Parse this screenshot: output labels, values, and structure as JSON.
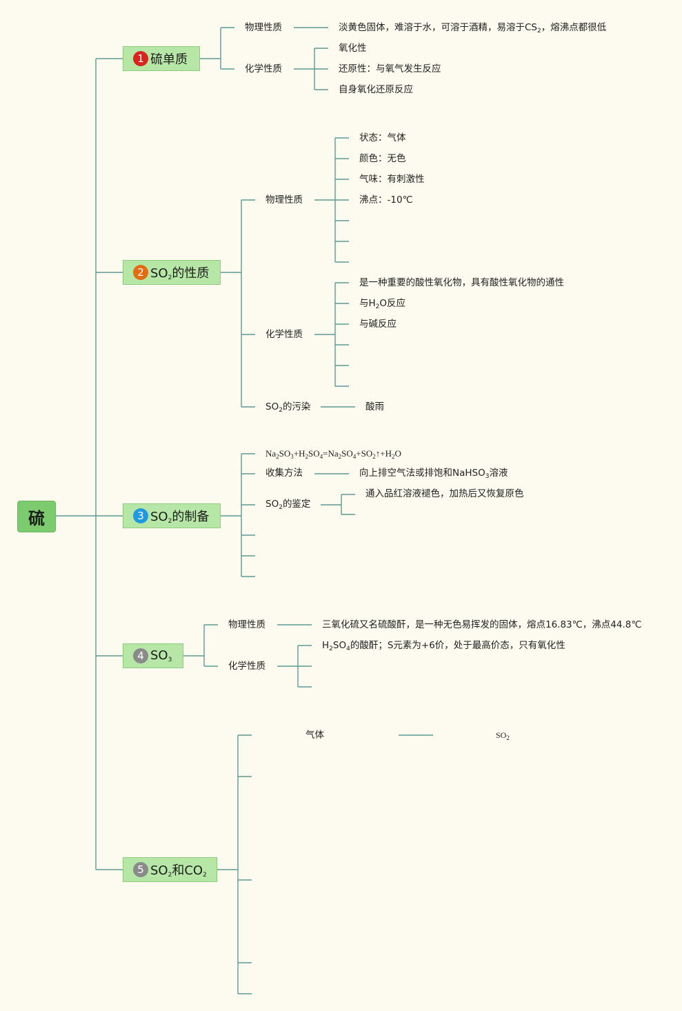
{
  "colors": {
    "line": "#5d9a94",
    "topic_fill": "#b7e7a6",
    "root_fill": "#7dcb6f",
    "badge1": "#d9251d",
    "badge2": "#e36c12",
    "badge3": "#1f9ae0",
    "badge4": "#8a8a8a",
    "badge5": "#8a8a8a"
  },
  "root": {
    "label": "硫"
  },
  "topics": {
    "t1": {
      "number": "1",
      "label": "硫单质"
    },
    "t2": {
      "number": "2",
      "pre": "SO",
      "sub": "2",
      "post": "的性质"
    },
    "t3": {
      "number": "3",
      "pre": "SO",
      "sub": "2",
      "post": "的制备"
    },
    "t4": {
      "number": "4",
      "pre": "SO",
      "sub": "3",
      "post": ""
    },
    "t5": {
      "number": "5",
      "pre": "SO",
      "sub": "2",
      "mid": "和CO",
      "sub2": "2"
    }
  },
  "s1": {
    "phys": "物理性质",
    "phys_value": {
      "a": "淡黄色固体，难溶于水，可溶于酒精，易溶于CS",
      "sub": "2",
      "b": "，熔沸点都很低"
    },
    "chem": "化学性质",
    "chem_items": [
      "氧化性",
      "还原性：与氧气发生反应",
      "自身氧化还原反应"
    ]
  },
  "s2": {
    "phys": "物理性质",
    "phys_items": [
      "状态：气体",
      "颜色：无色",
      "气味：有刺激性",
      "沸点：-10℃"
    ],
    "chem": "化学性质",
    "chem_item1": "是一种重要的酸性氧化物，具有酸性氧化物的通性",
    "chem_item2": {
      "a": "与H",
      "sub": "2",
      "b": "O反应"
    },
    "chem_item3": "与碱反应",
    "pollution": {
      "a": "SO",
      "sub": "2",
      "b": "的污染"
    },
    "pollution_value": "酸雨"
  },
  "s3": {
    "equation": {
      "p1": "Na",
      "s1": "2",
      "p2": "SO",
      "s2": "3",
      "p3": "+H",
      "s3": "2",
      "p4": "SO",
      "s4": "4",
      "p5": "=Na",
      "s5": "2",
      "p6": "SO",
      "s6": "4",
      "p7": "+SO",
      "s7": "2",
      "p8": "↑+H",
      "s8": "2",
      "p9": "O"
    },
    "collect": "收集方法",
    "collect_value": {
      "a": "向上排空气法或排饱和NaHSO",
      "sub": "3",
      "b": "溶液"
    },
    "identify": {
      "a": "SO",
      "sub": "2",
      "b": "的鉴定"
    },
    "identify_value": "通入品红溶液褪色，加热后又恢复原色"
  },
  "s4": {
    "phys": "物理性质",
    "phys_value": "三氧化硫又名硫酸酐，是一种无色易挥发的固体，熔点16.83℃，沸点44.8℃",
    "chem": "化学性质",
    "chem_value": {
      "a": "H",
      "s1": "2",
      "b": "SO",
      "s2": "4",
      "c": "的酸酐；S元素为+6价，处于最高价态，只有氧化性"
    }
  },
  "s5": {
    "state": "气体",
    "state_value": {
      "a": "SO",
      "sub": "2"
    }
  }
}
